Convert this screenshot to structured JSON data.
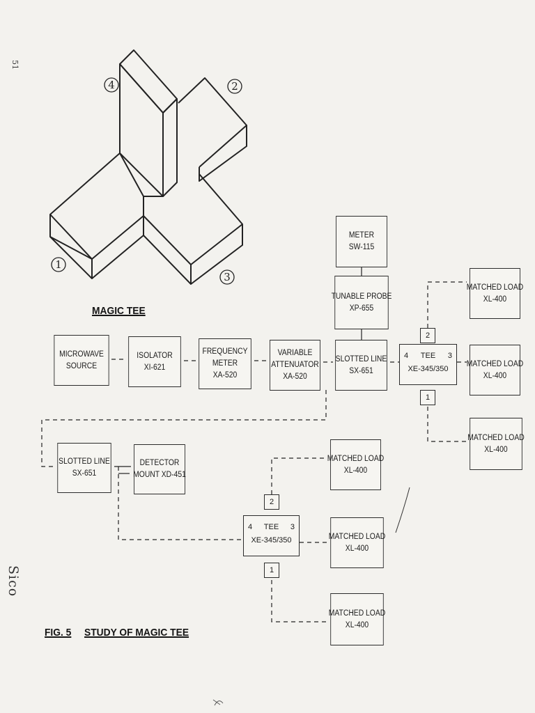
{
  "page_number": "51",
  "side_mark": "Sico",
  "magic_tee_drawing": {
    "title": "MAGIC TEE",
    "port_labels": [
      "1",
      "2",
      "3",
      "4"
    ]
  },
  "top_setup": {
    "meter": [
      "METER",
      "SW-115"
    ],
    "probe": [
      "TUNABLE PROBE",
      "XP-655"
    ],
    "source": [
      "MICROWAVE",
      "SOURCE"
    ],
    "isolator": [
      "ISOLATOR",
      "XI-621"
    ],
    "freq_meter": [
      "FREQUENCY",
      "METER",
      "XA-520"
    ],
    "attenuator": [
      "VARIABLE",
      "ATTENUATOR",
      "XA-520"
    ],
    "slotted_line": [
      "SLOTTED LINE",
      "SX-651"
    ],
    "tee": {
      "name": "TEE",
      "model": "XE-345/350",
      "left_port": "4",
      "right_port": "3",
      "top_port": "2",
      "bottom_port": "1"
    },
    "loads": [
      [
        "MATCHED LOAD",
        "XL-400"
      ],
      [
        "MATCHED LOAD",
        "XL-400"
      ],
      [
        "MATCHED LOAD",
        "XL-400"
      ]
    ]
  },
  "bottom_setup": {
    "slotted_line": [
      "SLOTTED LINE",
      "SX-651"
    ],
    "detector": [
      "DETECTOR",
      "MOUNT XD-451"
    ],
    "tee": {
      "name": "TEE",
      "model": "XE-345/350",
      "left_port": "4",
      "right_port": "3",
      "top_port": "2",
      "bottom_port": "1"
    },
    "loads": [
      [
        "MATCHED LOAD",
        "XL-400"
      ],
      [
        "MATCHED LOAD",
        "XL-400"
      ],
      [
        "MATCHED LOAD",
        "XL-400"
      ]
    ]
  },
  "figure_caption": {
    "number": "FIG. 5",
    "title": "STUDY OF MAGIC TEE"
  }
}
